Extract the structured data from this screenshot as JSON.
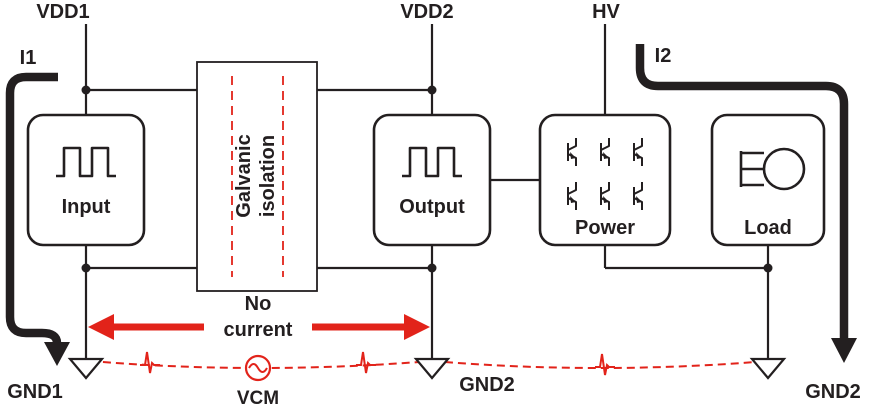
{
  "colors": {
    "ink": "#231f20",
    "accent_red": "#e2231a",
    "background": "#ffffff"
  },
  "rails": {
    "vdd1": "VDD1",
    "vdd2": "VDD2",
    "hv": "HV"
  },
  "currents": {
    "i1": "I1",
    "i2": "I2"
  },
  "grounds": {
    "gnd1": "GND1",
    "gnd2_mid": "GND2",
    "gnd2_right": "GND2"
  },
  "blocks": {
    "input": {
      "label": "Input"
    },
    "isolation": {
      "label_line1": "Galvanic",
      "label_line2": "isolation"
    },
    "output": {
      "label": "Output"
    },
    "power": {
      "label": "Power"
    },
    "load": {
      "label": "Load"
    }
  },
  "annotations": {
    "no_current_line1": "No",
    "no_current_line2": "current",
    "vcm": "VCM"
  }
}
